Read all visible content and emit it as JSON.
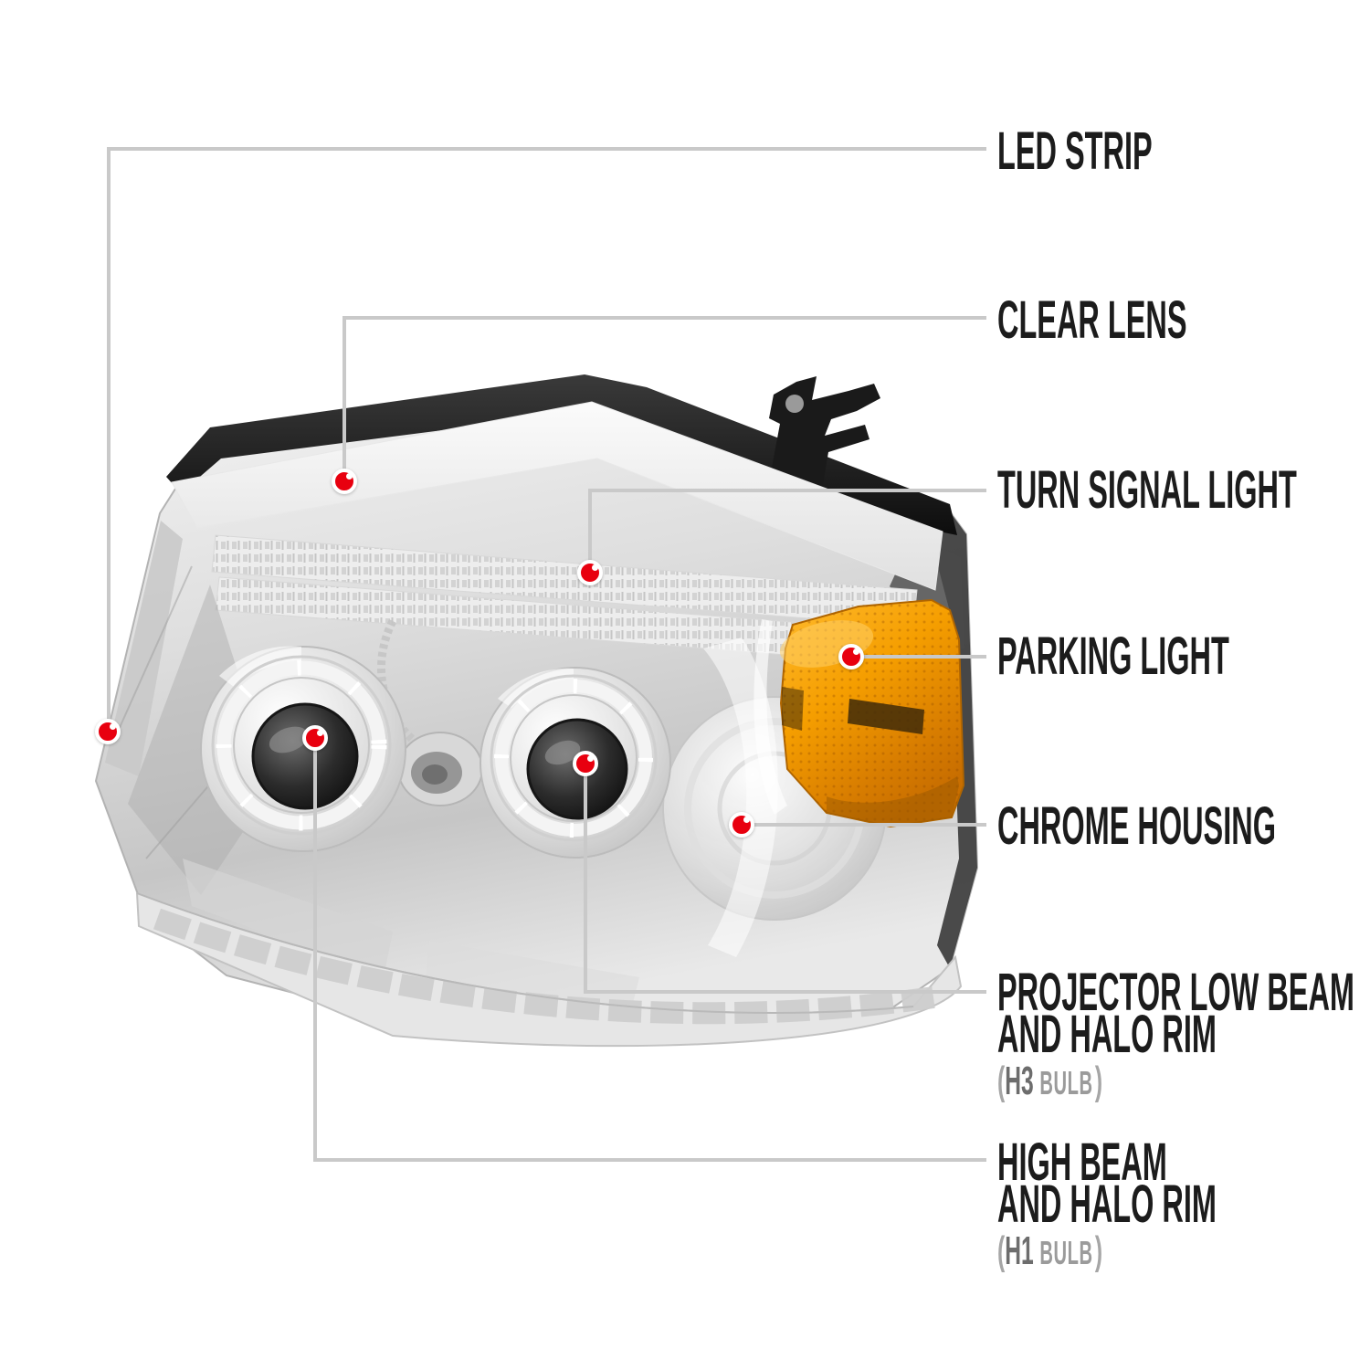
{
  "theme": {
    "background": "#ffffff",
    "label_color": "#1c1c1c",
    "line_color": "#c9c9c9",
    "dot_red": "#e8000f",
    "dot_ring": "#ffffff",
    "note_color_dark": "#6d6d6d",
    "note_color_light": "#9b9b9b",
    "note_paren": "#a6a6a6",
    "amber": "#f59e00",
    "amber_dark": "#c86e00",
    "chrome_light": "#f5f5f5",
    "chrome_dark": "#9e9e9e",
    "trim_black": "#141414"
  },
  "figure": {
    "subject": "chrome projector headlight with amber reflector, front three-quarter view"
  },
  "callouts": [
    {
      "label": "LED STRIP"
    },
    {
      "label": "CLEAR LENS"
    },
    {
      "label": "TURN SIGNAL LIGHT"
    },
    {
      "label": "PARKING LIGHT"
    },
    {
      "label": "CHROME HOUSING"
    },
    {
      "label_line1": "PROJECTOR LOW BEAM",
      "label_line2": "AND HALO RIM",
      "note_open": "(",
      "bulb_code": "H3",
      "bulb_word": "BULB",
      "note_close": ")"
    },
    {
      "label_line1": "HIGH BEAM",
      "label_line2": "AND HALO RIM",
      "note_open": "(",
      "bulb_code": "H1",
      "bulb_word": "BULB",
      "note_close": ")"
    }
  ]
}
